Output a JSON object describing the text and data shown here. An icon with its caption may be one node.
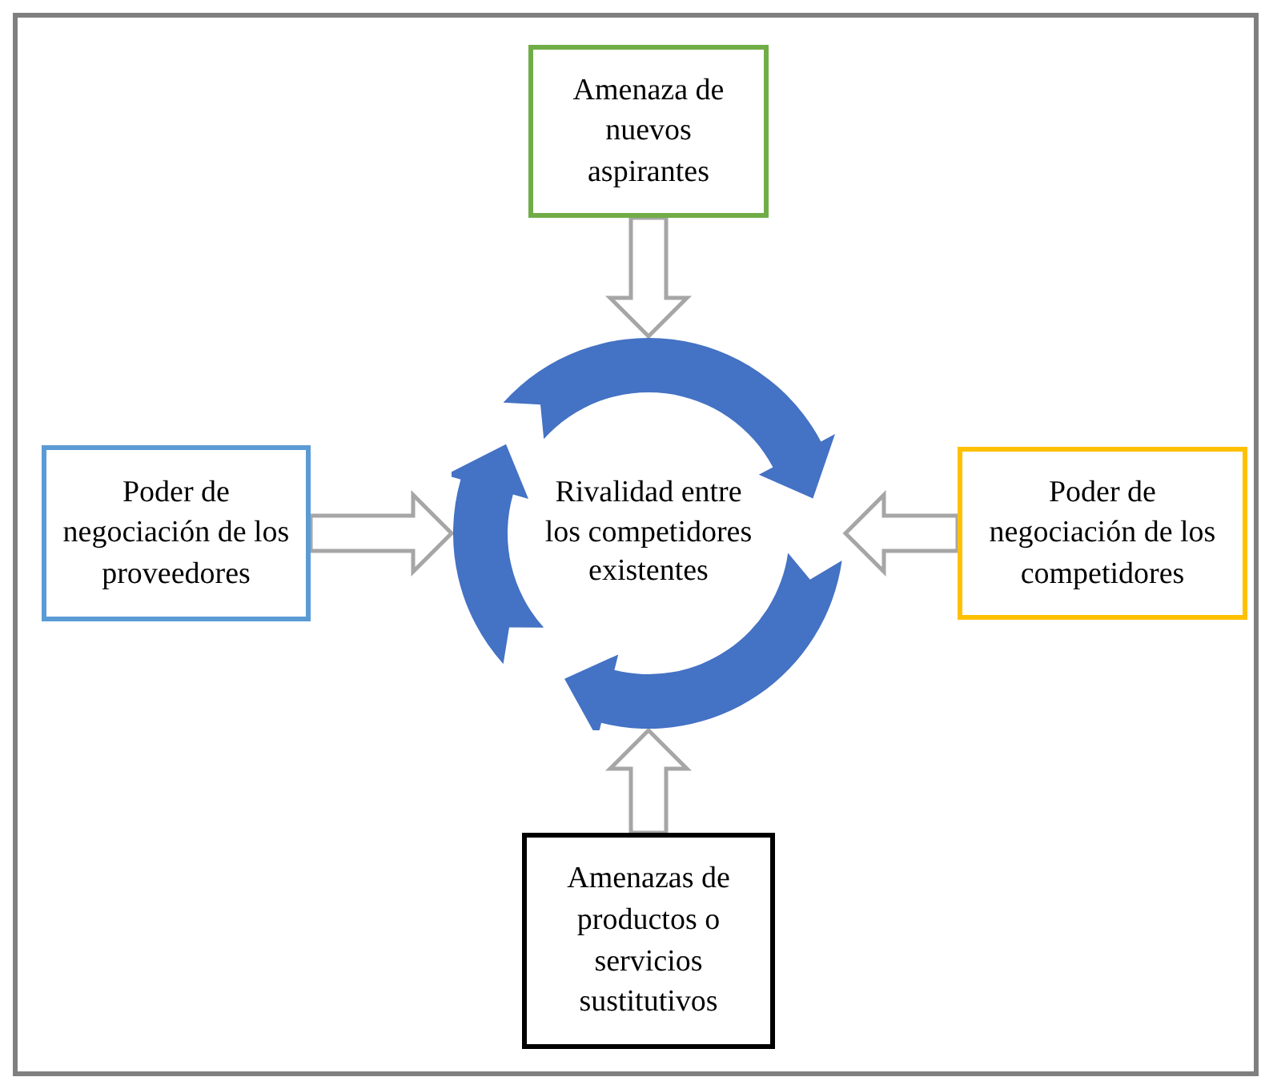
{
  "diagram": {
    "nodes": [
      {
        "text": [
          "Rivalidad entre los competidores existentes"
        ]
      },
      {
        "text": [
          "Amenaza de nuevos aspirantes"
        ]
      },
      {
        "text": [
          "Poder de negociación de los proveedores"
        ]
      },
      {
        "text": [
          "Poder de negociación de los competidores"
        ]
      },
      {
        "text": [
          "Amenazas de productos o servicios sustitutivos"
        ]
      }
    ],
    "edges": [
      {
        "from": 1,
        "to": 0,
        "arrow": "to"
      },
      {
        "from": 2,
        "to": 0,
        "arrow": "to"
      },
      {
        "from": 3,
        "to": 0,
        "arrow": "to"
      },
      {
        "from": 4,
        "to": 0,
        "arrow": "to"
      }
    ]
  }
}
